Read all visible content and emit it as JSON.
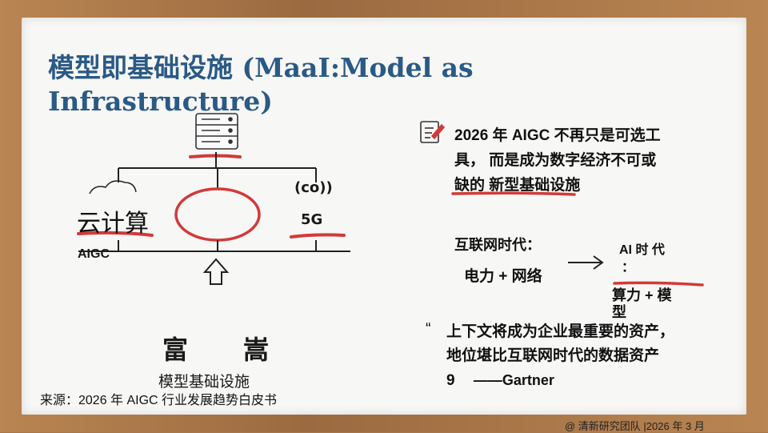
{
  "slide": {
    "title": "模型即基础设施 (MaaI:Model as Infrastructure)",
    "diagram": {
      "label_co": "(co))",
      "label_5g": "5G",
      "label_cloud": "云计算",
      "label_aigc": "AIGC",
      "label_rich": "富",
      "label_song": "嵩",
      "label_infra": "模型基础设施"
    },
    "note1": {
      "text_a": "2026 年 AIGC 不再只是可选工",
      "text_b": "具， 而是成为数字经济不可或",
      "text_c": "缺的   新型基础设施"
    },
    "compare": {
      "internet_era": "互联网时代：",
      "internet_formula": "电力 + 网络",
      "ai_era_a": "AI 时  代",
      "ai_era_b": "：",
      "ai_formula_a": "算力 + 模",
      "ai_formula_b": "型"
    },
    "quote": {
      "mark": "“",
      "line1": "上下文将成为企业最重要的资产，",
      "line2": "地位堪比互联网时代的数据资产",
      "line3_num": "9",
      "line3_src": "——Gartner"
    },
    "source": "来源：2026 年 AIGC 行业发展趋势白皮书",
    "footer": "@ 清新研究团队 |2026 年 3 月",
    "colors": {
      "title": "#2a5a86",
      "accent_red": "#d23a3a",
      "board": "#f7f7f5",
      "frame": "#a8774b"
    }
  }
}
